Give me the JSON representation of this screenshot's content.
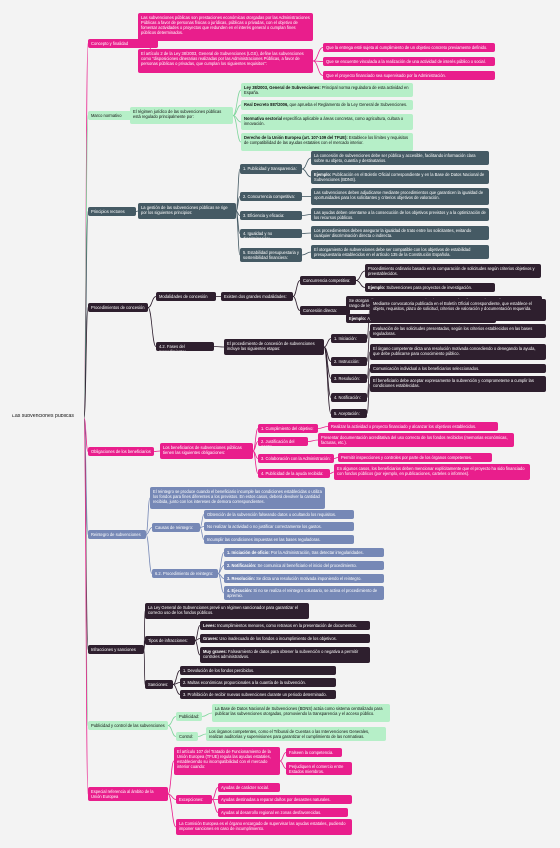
{
  "root": "Las subvenciones públicas",
  "b1": {
    "title": "Concepto y finalidad",
    "def": "Las subvenciones públicas son prestaciones económicas otorgadas por las Administraciones Públicas a favor de personas físicas o jurídicas, públicas o privadas, con el objetivo de fomentar actividades o proyectos que redunden en el interés general o cumplan fines públicos determinados.",
    "art": "El artículo 2 de la Ley 38/2003, General de Subvenciones (LGS), define las subvenciones como \"disposiciones dinerarias realizadas por las Administraciones Públicas, a favor de personas públicas o privadas, que cumplan los siguientes requisitos\":",
    "reqs": [
      "Que la entrega esté sujeta al cumplimiento de un objetivo concreto previamente definido.",
      "Que se encuentre vinculada a la realización de una actividad de interés público o social.",
      "Que el proyecto financiado sea supervisado por la Administración."
    ]
  },
  "b2": {
    "title": "Marco normativo",
    "desc": "El régimen jurídico de las subvenciones públicas está regulado principalmente por:",
    "items": [
      {
        "b": "Ley 38/2003, General de Subvenciones:",
        "t": " Principal norma reguladora de esta actividad en España."
      },
      {
        "b": "Real Decreto 887/2006,",
        "t": " que aprueba el Reglamento de la Ley General de Subvenciones."
      },
      {
        "b": "Normativa sectorial",
        "t": " específica aplicable a áreas concretas, como agricultura, cultura o innovación."
      },
      {
        "b": "Derecho de la Unión Europea (art. 107-109 del TFUE):",
        "t": " Establece los límites y requisitos de compatibilidad de las ayudas estatales con el mercado interior."
      }
    ]
  },
  "b3": {
    "title": "Principios rectores",
    "desc": "La gestión de las subvenciones públicas se rige por los siguientes principios:",
    "principles": [
      {
        "label": "1.  Publicidad y transparencia:",
        "items": [
          "La concesión de subvenciones debe ser pública y accesible, facilitando información clara sobre su objeto, cuantía y destinatarios.",
          {
            "b": "Ejemplo:",
            "t": " Publicación en el Boletín Oficial correspondiente y en la Base de Datos Nacional de Subvenciones (BDNS)."
          }
        ]
      },
      {
        "label": "2.  Concurrencia competitiva:",
        "items": [
          "Las subvenciones deben adjudicarse mediante procedimientos que garanticen la igualdad de oportunidades para los solicitantes y criterios objetivos de valoración."
        ]
      },
      {
        "label": "3.  Eficiencia y eficacia:",
        "items": [
          "Las ayudas deben orientarse a la consecución de los objetivos previstos y a la optimización de los recursos públicos."
        ]
      },
      {
        "label": "4.  Igualdad y no discriminación:",
        "items": [
          "Los procedimientos deben asegurar la igualdad de trato entre los solicitantes, evitando cualquier discriminación directa o indirecta."
        ]
      },
      {
        "label": "5.  Estabilidad presupuestaria y sostenibilidad financiera:",
        "items": [
          "El otorgamiento de subvenciones debe ser compatible con los objetivos de estabilidad presupuestaria establecidos en el artículo 135 de la Constitución Española."
        ]
      }
    ]
  },
  "b4": {
    "title": "Procedimientos de concesión",
    "m1": {
      "title": "Modalidades de concesión",
      "desc": "Existen dos grandes modalidades:",
      "cc": {
        "label": "Concurrencia competitiva:",
        "items": [
          "Procedimiento ordinario basado en la comparación de solicitudes según criterios objetivos y preestablecidos.",
          {
            "b": "Ejemplo:",
            "t": " Subvenciones para proyectos de investigación."
          }
        ]
      },
      "cd": {
        "label": "Concesión directa:",
        "items": [
          "Se otorgan directamente en casos excepcionales, como catástrofes naturales, mediante norma con rango de ley o por razones de interés público.",
          {
            "b": "Ejemplo:",
            "t": " Ayudas a empresas afectadas por desastres naturales."
          }
        ]
      }
    },
    "m2": {
      "title": "4.2. Fases del procedimiento:",
      "desc": "El procedimiento de concesión de subvenciones incluye las siguientes etapas:",
      "phases": [
        {
          "label": "1.  Iniciación:",
          "text": "Mediante convocatoria publicada en el Boletín Oficial correspondiente, que establece el objeto, requisitos, plazo de solicitud, criterios de valoración y documentación requerida."
        },
        {
          "label": "2.  Instrucción:",
          "text": "Evaluación de las solicitudes presentadas, según los criterios establecidos en las bases reguladoras."
        },
        {
          "label": "3.  Resolución:",
          "text": "El órgano competente dicta una resolución motivada concediendo o denegando la ayuda, que debe publicarse para conocimiento público."
        },
        {
          "label": "4.  Notificación:",
          "text": "Comunicación individual a los beneficiarios seleccionados."
        },
        {
          "label": "5.  Aceptación:",
          "text": "El beneficiario debe aceptar expresamente la subvención y comprometerse a cumplir las condiciones establecidas."
        }
      ]
    }
  },
  "b5": {
    "title": "Obligaciones de los beneficiarios",
    "desc": "Los beneficiarios de subvenciones públicas tienen las siguientes obligaciones:",
    "items": [
      {
        "label": "1.  Cumplimiento del objetivo:",
        "text": "Realizar la actividad o proyecto financiado y alcanzar los objetivos establecidos."
      },
      {
        "label": "2.  Justificación del gasto:",
        "text": "Presentar documentación acreditativa del uso correcto de los fondos recibidos (memorias económicas, facturas, etc.)."
      },
      {
        "label": "3.  Colaboración con la Administración:",
        "text": "Permitir inspecciones y controles por parte de los órganos competentes."
      },
      {
        "label": "4.  Publicidad de la ayuda recibida:",
        "text": "En algunos casos, los beneficiarios deben mencionar explícitamente que el proyecto ha sido financiado con fondos públicos (por ejemplo, en publicaciones, carteles o informes)."
      }
    ]
  },
  "b6": {
    "title": "Reintegro de subvenciones",
    "desc": "El reintegro se produce cuando el beneficiario incumple las condiciones establecidas o utiliza los fondos para fines diferentes a los previstos. En estos casos, deberá devolver la cantidad recibida, junto con los intereses de demora correspondientes.",
    "causes": {
      "label": "Causas de reintegro:",
      "items": [
        "Obtención de la subvención falseando datos u ocultando los requisitos.",
        "No realizar la actividad o no justificar correctamente los gastos.",
        "Incumplir las condiciones impuestas en las bases reguladoras."
      ]
    },
    "proc": {
      "label": "6.2. Procedimiento de reintegro:",
      "items": [
        {
          "b": "1.  Iniciación de oficio:",
          "t": " Por la Administración, tras detectar irregularidades."
        },
        {
          "b": "2.  Notificación:",
          "t": " Se comunica al beneficiario el inicio del procedimiento."
        },
        {
          "b": "3.  Resolución:",
          "t": " Se dicta una resolución motivada imponiendo el reintegro."
        },
        {
          "b": "4.  Ejecución:",
          "t": " Si no se realiza el reintegro voluntario, se activa el procedimiento de apremio."
        }
      ]
    }
  },
  "b7": {
    "title": "Infracciones y sanciones",
    "desc": "La Ley General de Subvenciones prevé un régimen sancionador para garantizar el correcto uso de los fondos públicos.",
    "types": {
      "label": "Tipos de infracciones:",
      "items": [
        {
          "b": "Leves:",
          "t": " Incumplimientos menores, como retrasos en la presentación de documentos."
        },
        {
          "b": "Graves:",
          "t": " Uso inadecuado de los fondos o incumplimiento de los objetivos."
        },
        {
          "b": "Muy graves:",
          "t": " Falseamiento de datos para obtener la subvención o negativa a permitir controles administrativos."
        }
      ]
    },
    "sanc": {
      "label": "Sanciones:",
      "items": [
        "1.  Devolución de los fondos percibidos.",
        "2.  Multas económicas proporcionales a la cuantía de la subvención.",
        "3.  Prohibición de recibir nuevas subvenciones durante un periodo determinado."
      ]
    }
  },
  "b8": {
    "title": "Publicidad y control de las subvenciones",
    "pub": {
      "label": "Publicidad:",
      "text": "La Base de Datos Nacional de Subvenciones (BDNS) actúa como sistema centralizado para publicar las subvenciones otorgadas, promoviendo la transparencia y el acceso público."
    },
    "ctrl": {
      "label": "Control:",
      "text": "Los órganos competentes, como el Tribunal de Cuentas o las Intervenciones Generales, realizan auditorías y supervisiones para garantizar el cumplimiento de las normativas."
    }
  },
  "b9": {
    "title": "Especial referencia al ámbito de la Unión Europea",
    "art": "El artículo 107 del Tratado de Funcionamiento de la Unión Europea (TFUE) regula las ayudas estatales, estableciendo su incompatibilidad con el mercado interior cuando:",
    "conds": [
      "Falseen la competencia.",
      "Perjudiquen el comercio entre Estados miembros."
    ],
    "exc": {
      "label": "Excepciones:",
      "items": [
        "Ayudas de carácter social.",
        "Ayudas destinadas a reparar daños por desastres naturales.",
        "Ayudas al desarrollo regional en zonas desfavorecidas."
      ]
    },
    "ce": "La Comisión Europea es el órgano encargado de supervisar las ayudas estatales, pudiendo imponer sanciones en caso de incumplimiento."
  }
}
